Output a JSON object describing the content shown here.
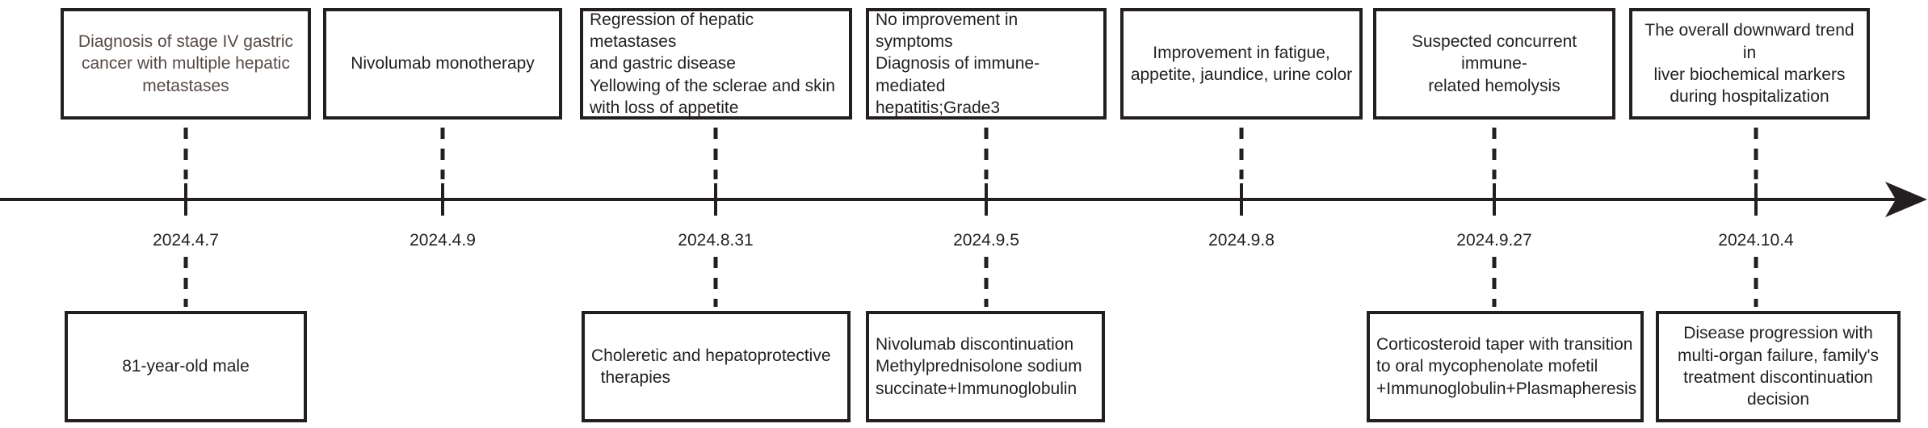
{
  "figure": {
    "type": "timeline",
    "axis_direction": "left-to-right"
  },
  "colors": {
    "line": "#231f20",
    "text": "#231f20",
    "first_box_text": "#564a46",
    "background": "#ffffff"
  },
  "events": [
    {
      "date": "2024.4.7",
      "top": "Diagnosis of stage IV gastric\ncancer with multiple hepatic\nmetastases",
      "bottom": "81-year-old male"
    },
    {
      "date": "2024.4.9",
      "top": "Nivolumab monotherapy"
    },
    {
      "date": "2024.8.31",
      "top": "Regression of hepatic metastases\nand gastric disease\nYellowing of the sclerae and skin\nwith loss of appetite",
      "bottom": "Choleretic and hepatoprotective\n  therapies"
    },
    {
      "date": "2024.9.5",
      "top": "No improvement in symptoms\nDiagnosis of immune-mediated\nhepatitis;Grade3",
      "bottom": "Nivolumab discontinuation\nMethylprednisolone sodium\nsuccinate+Immunoglobulin"
    },
    {
      "date": "2024.9.8",
      "top": "Improvement in fatigue,\nappetite, jaundice, urine color"
    },
    {
      "date": "2024.9.27",
      "top": "Suspected concurrent immune-\nrelated hemolysis",
      "bottom": "Corticosteroid taper with transition\nto oral mycophenolate mofetil\n+Immunoglobulin+Plasmapheresis"
    },
    {
      "date": "2024.10.4",
      "top": "The overall downward trend in\nliver biochemical markers\nduring hospitalization",
      "bottom": "Disease progression with\nmulti-organ failure, family's\ntreatment discontinuation\ndecision"
    }
  ]
}
